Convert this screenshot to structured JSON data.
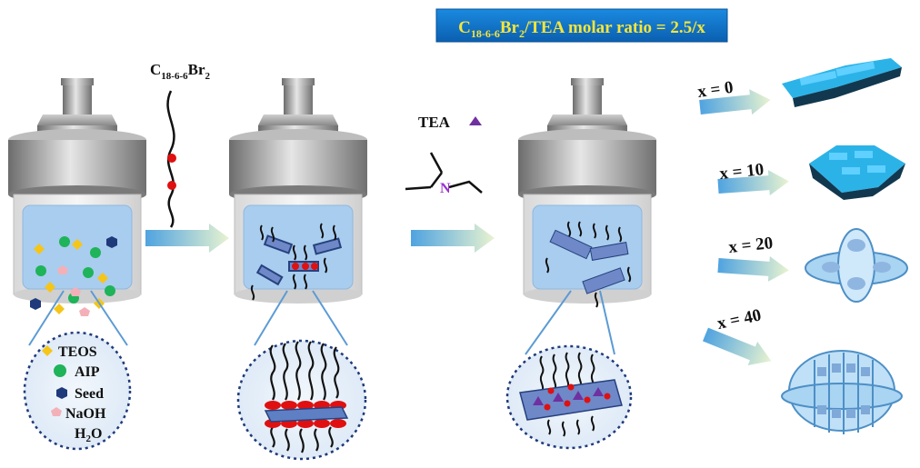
{
  "banner": {
    "text_prefix": "C",
    "text_sub": "18-6-6",
    "text_mid": "Br",
    "text_sub2": "2",
    "text_suffix": "/TEA molar ratio = 2.5/x",
    "color": "#0b72c8"
  },
  "surfactant": {
    "label_main": "C",
    "label_sub": "18-6-6",
    "label_mid": "Br",
    "label_sub2": "2"
  },
  "tea": {
    "label": "TEA",
    "atom": "N",
    "atom_color": "#9b30d0",
    "marker_color": "#7030a0"
  },
  "legend": {
    "items": [
      {
        "label": "TEOS",
        "shape": "diamond",
        "color": "#f5c518"
      },
      {
        "label": "AIP",
        "shape": "circle",
        "color": "#1fb35a"
      },
      {
        "label": "Seed",
        "shape": "hexagon",
        "color": "#1f3a7a"
      },
      {
        "label": "NaOH",
        "shape": "pentagon",
        "color": "#f4b0b8"
      }
    ],
    "water": {
      "main": "H",
      "sub": "2",
      "end": "O"
    }
  },
  "results": [
    {
      "label": "x = 0"
    },
    {
      "label": "x = 10"
    },
    {
      "label": "x = 20"
    },
    {
      "label": "x = 40"
    }
  ],
  "colors": {
    "steel": "#8a8a8a",
    "liquid": "#9fc7ec",
    "crystal": "#2bb3e8",
    "arrow": "#6fb6e8",
    "red_bead": "#e01010"
  }
}
